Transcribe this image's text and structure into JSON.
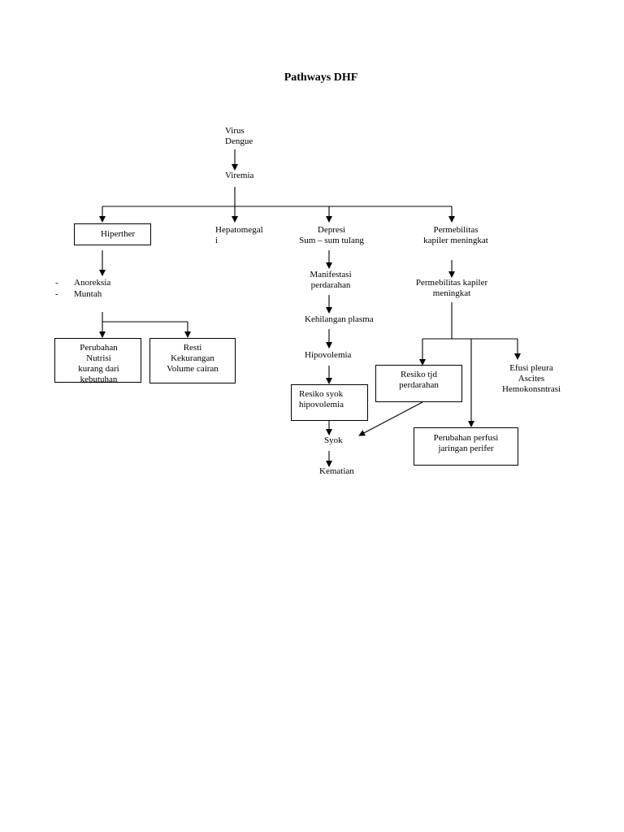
{
  "title": "Pathways DHF",
  "nodes": {
    "virus": {
      "line1": "Virus",
      "line2": "Dengue"
    },
    "viremia": "Viremia",
    "hiperther": "Hiperther",
    "hepatomegali": {
      "line1": "Hepatomegal",
      "line2": "i"
    },
    "depresi": {
      "line1": "Depresi",
      "line2": "Sum – sum tulang"
    },
    "permebilitas_top": {
      "line1": "Permebilitas",
      "line2": "kapiler meningkat"
    },
    "anoreksia_list": {
      "bullet1": "-",
      "item1": "Anoreksia",
      "bullet2": "-",
      "item2": "Muntah"
    },
    "manifestasi": {
      "line1": "Manifestasi",
      "line2": "perdarahan"
    },
    "permebilitas_second": {
      "line1": "Permebilitas  kapiler",
      "line2": "meningkat"
    },
    "kehilangan": "Kehilangan plasma",
    "perubahan_nutrisi": {
      "line1": "Perubahan",
      "line2": "Nutrisi",
      "line3": "kurang dari",
      "line4": "kebutuhan"
    },
    "resti": {
      "line1": "Resti",
      "line2": "Kekurangan",
      "line3": "Volume cairan"
    },
    "hipovolemia": "Hipovolemia",
    "resiko_perdarahan": {
      "line1": "Resiko tjd",
      "line2": "perdarahan"
    },
    "efusi": {
      "line1": "Efusi pleura",
      "line2": "Ascites",
      "line3": "Hemokonsntrasi"
    },
    "resiko_syok": {
      "line1": "Resiko syok",
      "line2": "hipovolemia"
    },
    "syok": "Syok",
    "perubahan_perfusi": {
      "line1": "Perubahan perfusi",
      "line2": "jaringan perifer"
    },
    "kematian": "Kematian"
  },
  "colors": {
    "line": "#000000",
    "background": "#ffffff",
    "text": "#000000"
  }
}
